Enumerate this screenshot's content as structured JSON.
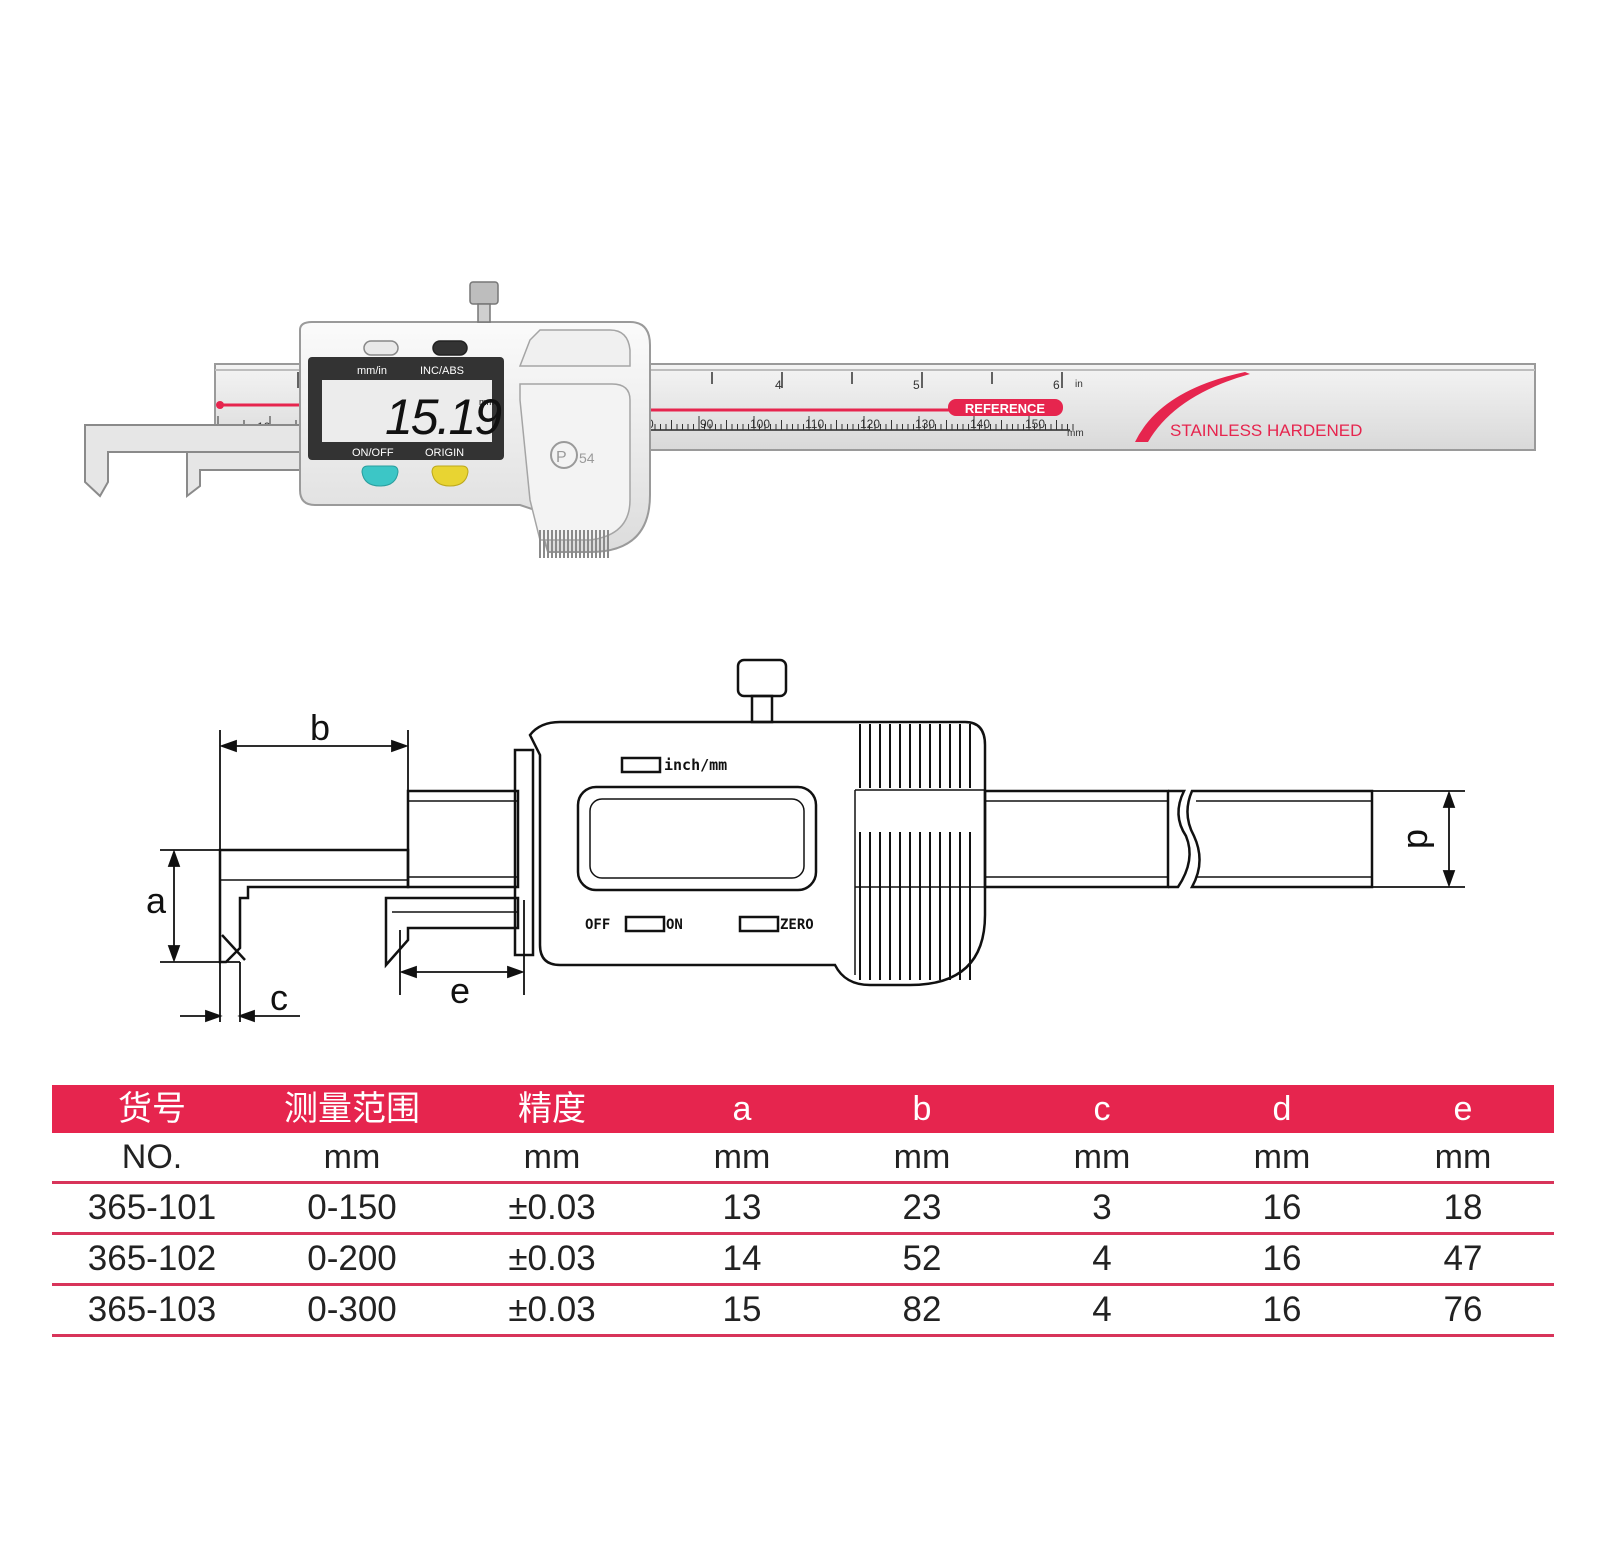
{
  "photo": {
    "display_reading": "15.19",
    "display_unit": "mm",
    "display_labels": {
      "mm_in": "mm/in",
      "inc_abs": "INC/ABS",
      "on_off": "ON/OFF",
      "origin": "ORIGIN"
    },
    "ip_rating": "54",
    "reference_label": "REFERENCE",
    "stainless_label": "STAINLESS HARDENED",
    "scale_unit_in": "in",
    "scale_unit_mm": "mm",
    "inch_numbers": [
      "4",
      "5",
      "6"
    ],
    "mm_numbers_left": [
      "0",
      "10"
    ],
    "mm_numbers_right": [
      "0",
      "90",
      "100",
      "110",
      "120",
      "130",
      "140",
      "150"
    ],
    "colors": {
      "accent": "#e6254e",
      "button_on": "#3cc6c6",
      "button_origin": "#e8d432"
    }
  },
  "diagram": {
    "dim_a": "a",
    "dim_b": "b",
    "dim_c": "c",
    "dim_d": "d",
    "dim_e": "e",
    "label_inch_mm": "inch/mm",
    "label_off": "OFF",
    "label_on": "ON",
    "label_zero": "ZERO"
  },
  "table": {
    "headers": [
      "货号",
      "测量范围",
      "精度",
      "a",
      "b",
      "c",
      "d",
      "e"
    ],
    "units": [
      "NO.",
      "mm",
      "mm",
      "mm",
      "mm",
      "mm",
      "mm",
      "mm"
    ],
    "rows": [
      [
        "365-101",
        "0-150",
        "±0.03",
        "13",
        "23",
        "3",
        "16",
        "18"
      ],
      [
        "365-102",
        "0-200",
        "±0.03",
        "14",
        "52",
        "4",
        "16",
        "47"
      ],
      [
        "365-103",
        "0-300",
        "±0.03",
        "15",
        "82",
        "4",
        "16",
        "76"
      ]
    ]
  }
}
